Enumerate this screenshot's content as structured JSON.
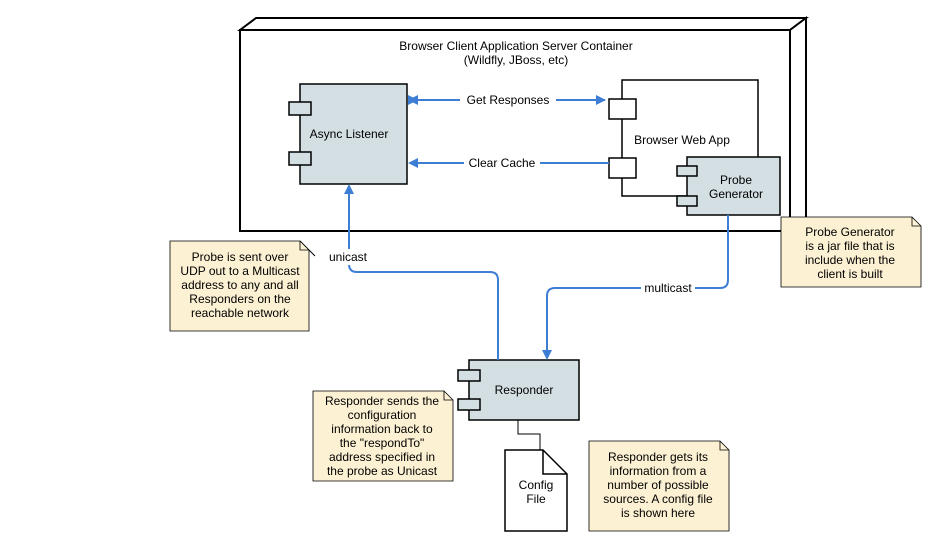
{
  "container": {
    "title_line1": "Browser Client Application Server Container",
    "title_line2": "(Wildfly, JBoss, etc)"
  },
  "components": {
    "async_listener": "Async Listener",
    "browser_web_app": "Browser Web App",
    "probe_generator_line1": "Probe",
    "probe_generator_line2": "Generator",
    "responder": "Responder",
    "config_file_line1": "Config",
    "config_file_line2": "File"
  },
  "connectors": {
    "get_responses": "Get Responses",
    "clear_cache": "Clear Cache",
    "unicast": "unicast",
    "multicast": "multicast"
  },
  "notes": {
    "probe_sent": [
      "Probe is sent over",
      "UDP out to a Multicast",
      "address to any and all",
      "Responders on the",
      "reachable network"
    ],
    "probe_generator": [
      "Probe Generator",
      "is a jar file that is",
      "include when the",
      "client is built"
    ],
    "responder_sends": [
      "Responder sends the",
      "configuration",
      "information back to",
      "the \"respondTo\"",
      "address specified in",
      "the probe as Unicast"
    ],
    "responder_gets": [
      "Responder gets its",
      "information from a",
      "number of possible",
      "sources.  A config file",
      "is shown here"
    ]
  },
  "colors": {
    "component_fill": "#d3dfe3",
    "note_fill": "#fdf1d3",
    "arrow": "#3d7ed4"
  }
}
